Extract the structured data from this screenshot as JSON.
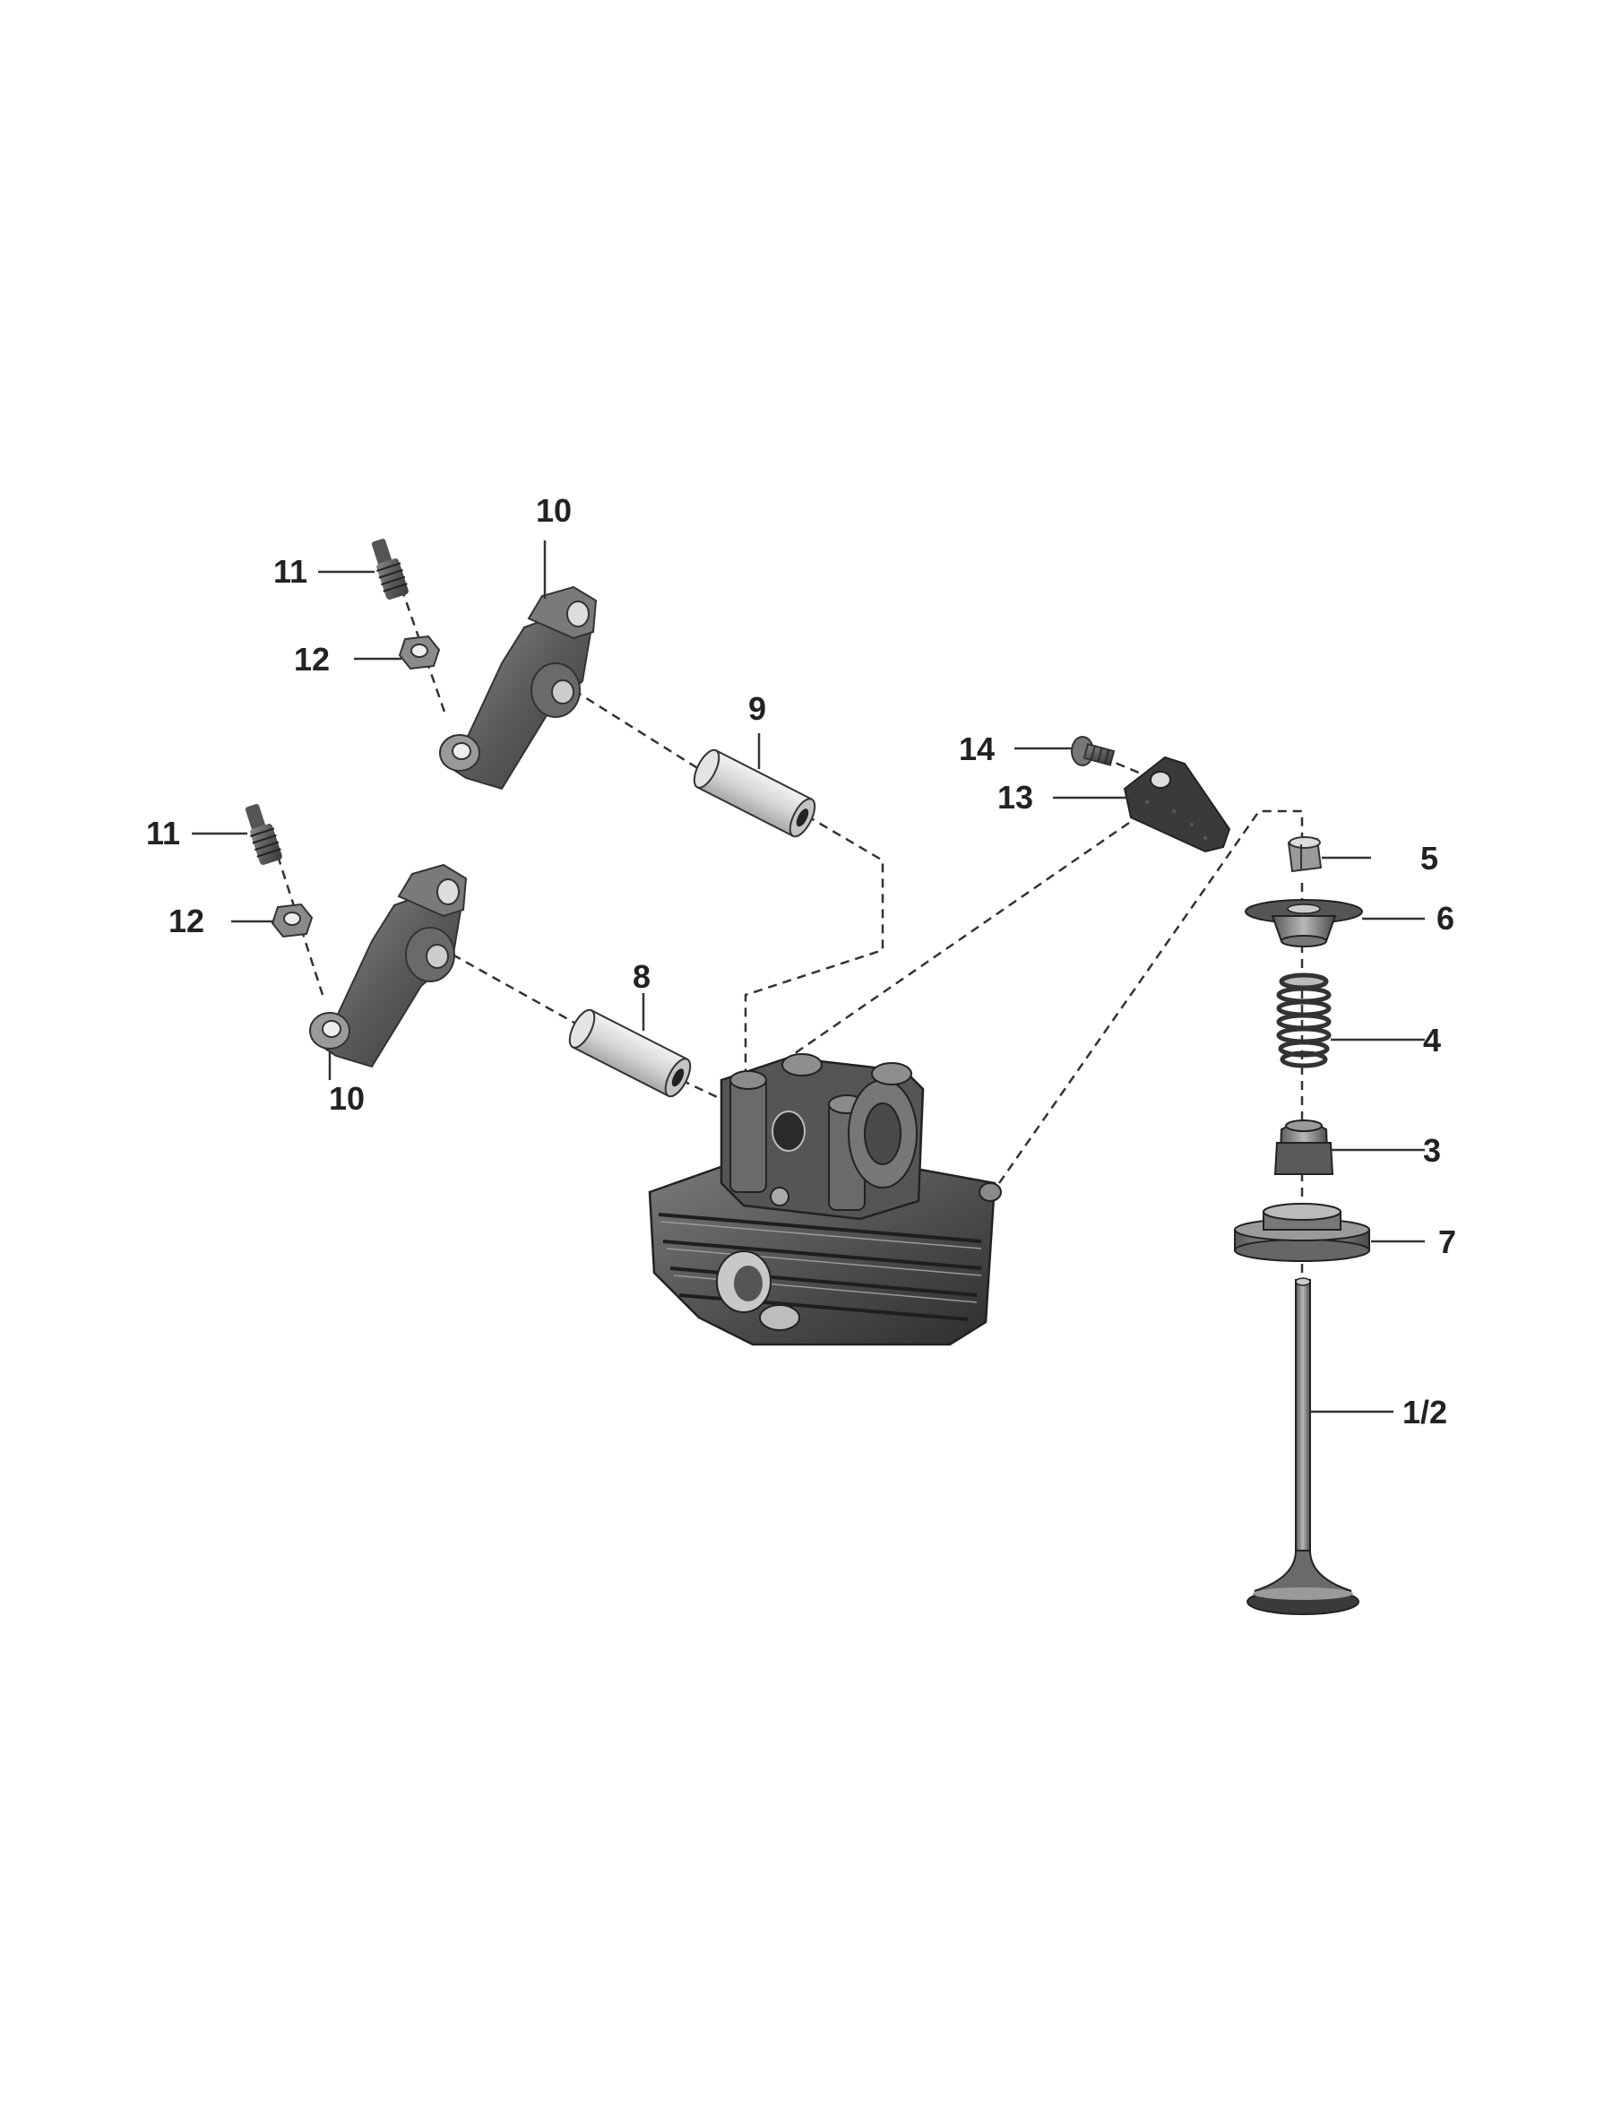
{
  "callouts": {
    "rocker_arm_upper": "10",
    "rocker_arm_lower": "10",
    "adjuster_screw_upper": "11",
    "adjuster_screw_lower": "11",
    "lock_nut_upper": "12",
    "lock_nut_lower": "12",
    "rocker_shaft_upper": "9",
    "rocker_shaft_lower": "8",
    "bolt": "14",
    "bracket": "13",
    "valve_cotter": "5",
    "spring_retainer": "6",
    "valve_spring": "4",
    "valve_stem_seal": "3",
    "spring_seat": "7",
    "valve": "1/2"
  },
  "colors": {
    "part_dark": "#3e3e3e",
    "part_mid": "#6e6e6e",
    "part_light": "#d9d9d9",
    "line": "#333333"
  }
}
